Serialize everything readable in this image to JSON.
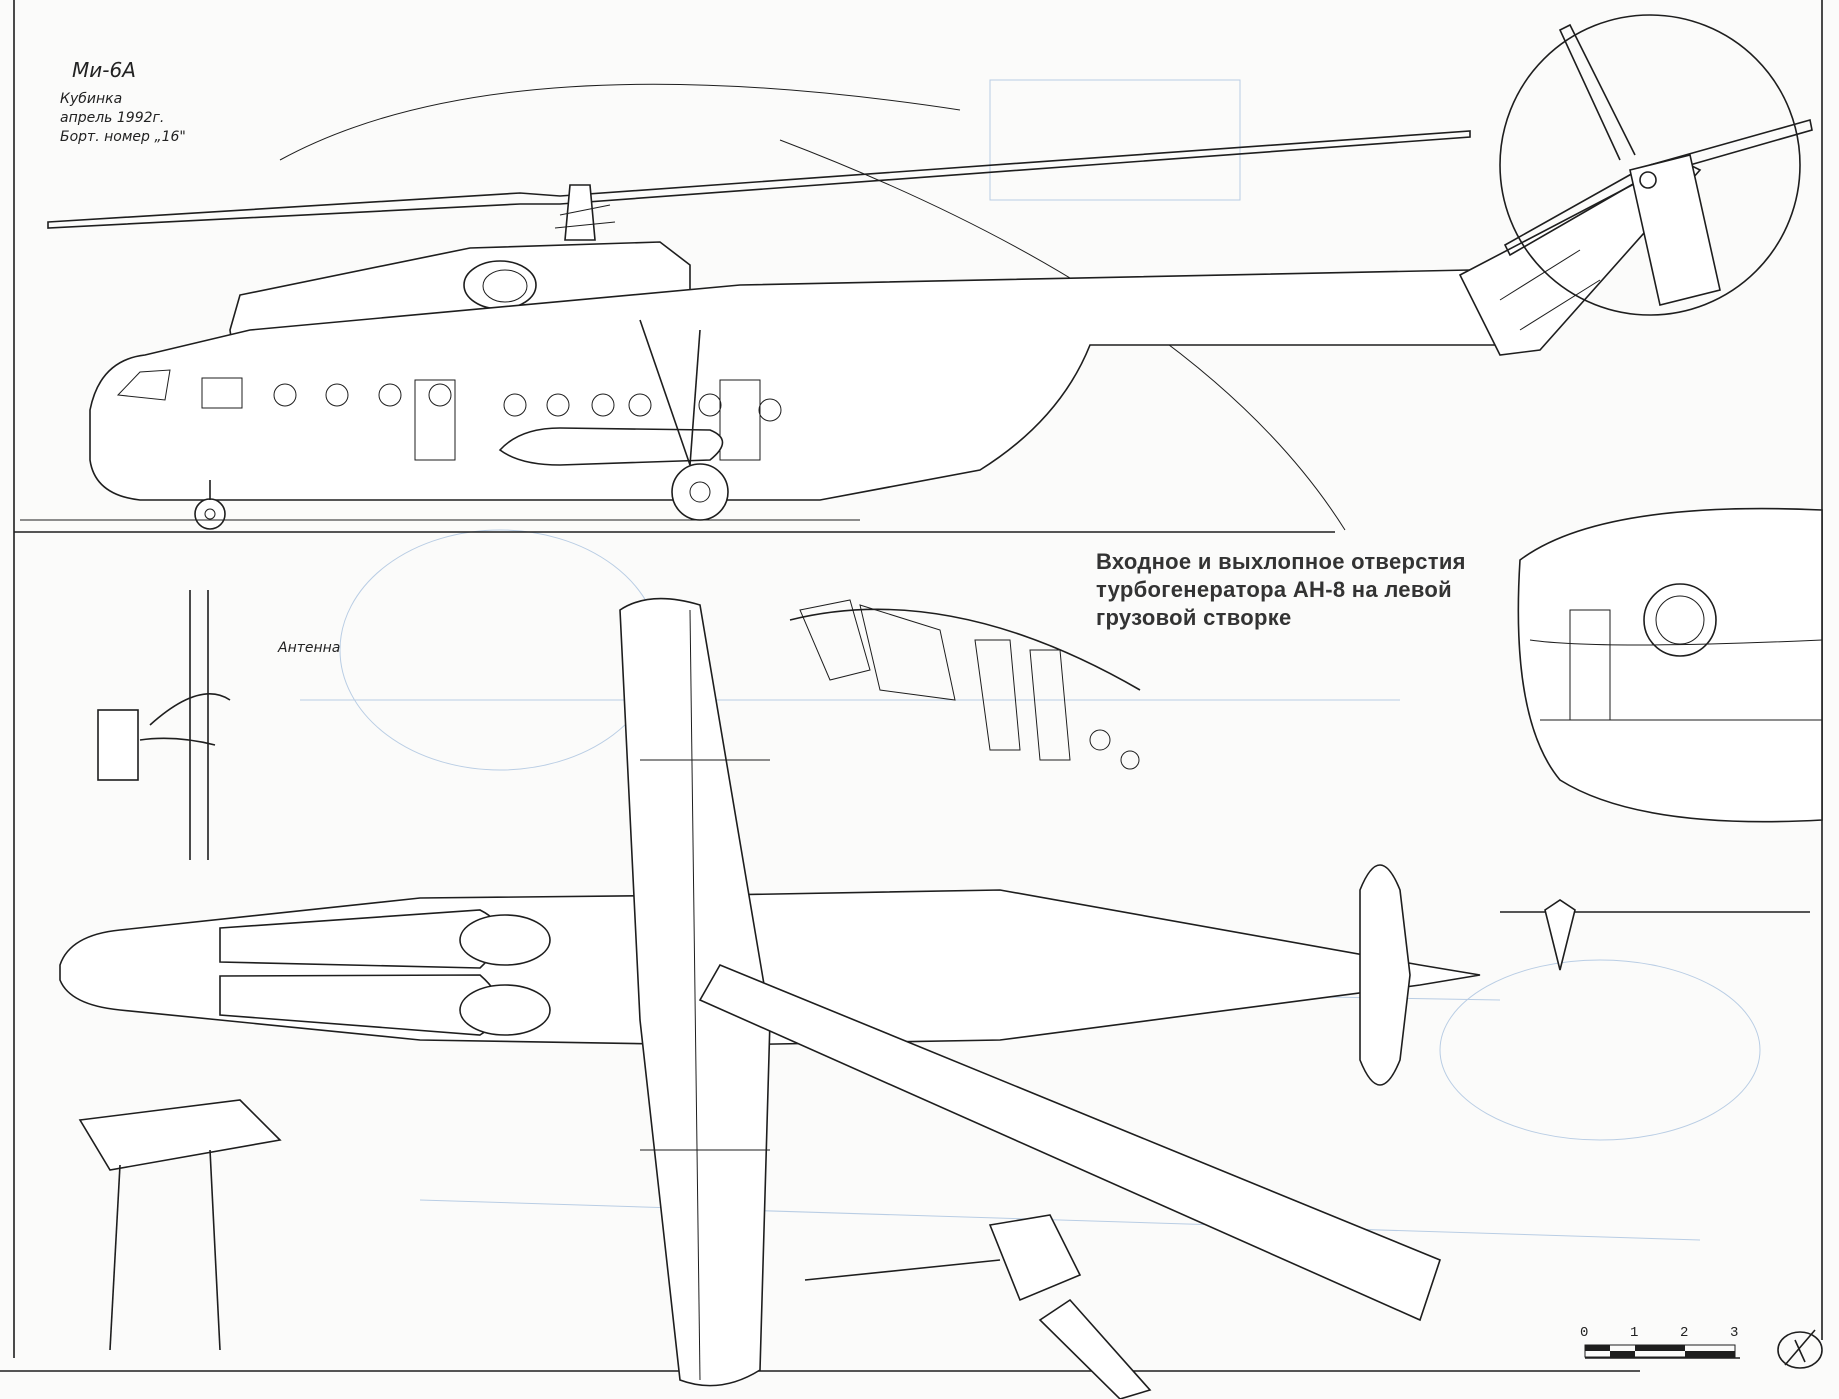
{
  "drawing": {
    "title": "Ми-6А",
    "location_lines": [
      "Кубинка",
      "апрель 1992г.",
      "Борт. номер „16\""
    ],
    "antenna_label": "Антенна",
    "caption_lines": [
      "Входное и выхлопное отверстия",
      "турбогенератора АН-8 на левой",
      "грузовой створке"
    ],
    "scale": {
      "ticks": [
        "0",
        "1",
        "2",
        "3"
      ],
      "unit_segments": 3
    },
    "views": [
      "side-view",
      "top-view",
      "tail-rotor-detail",
      "cargo-door-detail",
      "cockpit-glazing-detail",
      "antenna-detail",
      "probe-detail"
    ]
  }
}
